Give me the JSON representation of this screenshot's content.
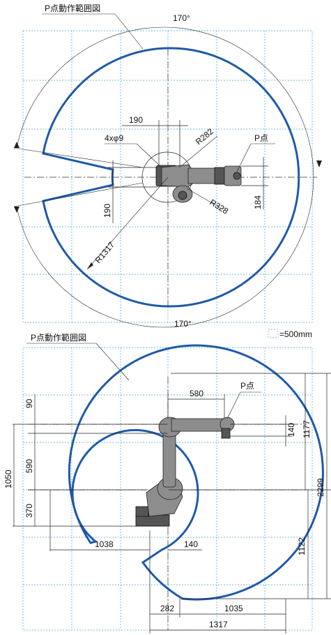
{
  "top_view": {
    "title": "P点動作範囲図",
    "angle_top": "170°",
    "angle_bottom": "170°",
    "dim_190_top": "190",
    "dim_190_left": "190",
    "hole_label": "4xφ9",
    "r282": "R282",
    "r328": "R328",
    "r1317": "R1317",
    "p_label": "P点",
    "dim_184": "184"
  },
  "legend": {
    "label": "=500mm"
  },
  "side_view": {
    "title": "P点動作範囲図",
    "p_label": "P点",
    "dim_580": "580",
    "dim_90": "90",
    "dim_590": "590",
    "dim_370": "370",
    "dim_1050": "1050",
    "dim_140_right": "140",
    "dim_1177": "1177",
    "dim_2299": "2299",
    "dim_1122": "1122",
    "dim_1038": "1038",
    "dim_140_bottom": "140",
    "dim_282": "282",
    "dim_1035": "1035",
    "dim_1317": "1317"
  }
}
